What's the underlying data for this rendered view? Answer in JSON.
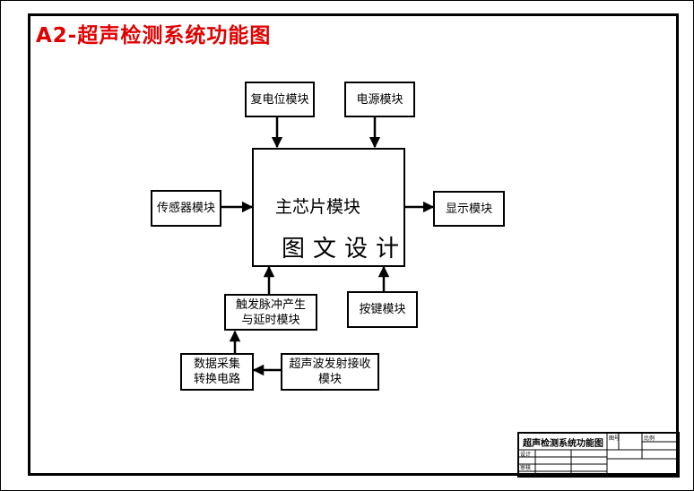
{
  "title": "A2-超声检测系统功能图",
  "modules": {
    "reset": "复电位模块",
    "power": "电源模块",
    "sensor": "传感器模块",
    "main_chip": "主芯片模块",
    "display": "显示模块",
    "trigger_line1": "触发脉冲产生",
    "trigger_line2": "与延时模块",
    "keys": "按键模块",
    "acq_line1": "数据采集",
    "acq_line2": "转换电路",
    "tx_rx_line1": "超声波发射接收",
    "tx_rx_line2": "模块"
  },
  "watermark": "图文设计",
  "title_block": {
    "drawing_name": "超声检测系统功能图",
    "cell_a": "图号",
    "cell_b": "比例",
    "cell_c": "设计",
    "cell_d": "审核"
  }
}
